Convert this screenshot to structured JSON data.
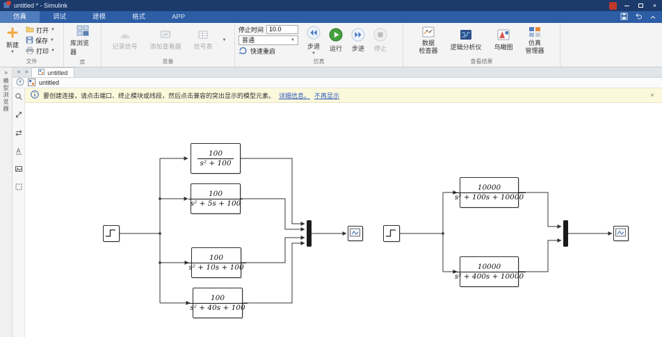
{
  "window": {
    "title": "untitled * - Simulink"
  },
  "tabs": {
    "items": [
      {
        "label": "仿真"
      },
      {
        "label": "调试"
      },
      {
        "label": "建模"
      },
      {
        "label": "格式"
      },
      {
        "label": "APP"
      }
    ]
  },
  "ribbon": {
    "file": {
      "group_label": "文件",
      "new": "新建",
      "open": "打开",
      "save": "保存",
      "print": "打印"
    },
    "library": {
      "group_label": "库",
      "browser": "库浏览器"
    },
    "prepare": {
      "group_label": "准备",
      "log_signals": "记录信号",
      "add_viewer": "添加查看器",
      "signal_table": "信号表"
    },
    "simulate": {
      "group_label": "仿真",
      "stop_time_label": "停止时间",
      "stop_time_value": "10.0",
      "mode": "普通",
      "fast_restart": "快速重启",
      "step_back": "步退",
      "run": "运行",
      "step_forward": "步进",
      "stop": "停止"
    },
    "review": {
      "group_label": "查看结果",
      "data_inspector_1": "数据",
      "data_inspector_2": "检查器",
      "logic_analyzer": "逻辑分析仪",
      "birds_eye": "鸟瞰图",
      "sim_manager_1": "仿真",
      "sim_manager_2": "管理器"
    }
  },
  "document": {
    "tab": "untitled",
    "breadcrumb": "untitled"
  },
  "sidebar": {
    "panel_label": "模型浏览器"
  },
  "notification": {
    "message": "要创建连接，请点击端口、终止模块或线段，然后点击兼容的突出显示的模型元素。",
    "link_details": "详细信息。",
    "link_dismiss": "不再显示"
  },
  "canvas": {
    "tf_blocks": [
      {
        "num": "100",
        "den": "s² + 100"
      },
      {
        "num": "100",
        "den": "s² + 5s + 100"
      },
      {
        "num": "100",
        "den": "s² + 10s + 100"
      },
      {
        "num": "100",
        "den": "s² + 40s + 100"
      },
      {
        "num": "10000",
        "den": "s² + 100s + 10000"
      },
      {
        "num": "10000",
        "den": "s² + 400s + 10000"
      }
    ]
  }
}
